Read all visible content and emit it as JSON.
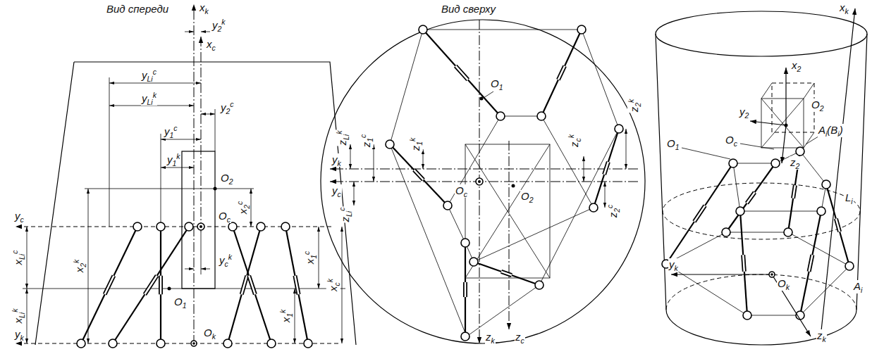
{
  "diagram": {
    "labels": [
      "Вид спереди",
      "xk",
      "y2k",
      "xc",
      "yLic",
      "yLik",
      "y2c",
      "y1c",
      "y1k",
      "O2",
      "x2c",
      "yc",
      "Oc",
      "xLic",
      "x2k",
      "x1k",
      "x1c",
      "xck",
      "yck",
      "xLik",
      "O1",
      "yk",
      "Ok",
      "Вид сверху",
      "O1",
      "zLik",
      "z1c",
      "z1k",
      "yk",
      "zck",
      "z2k",
      "yc",
      "zLic",
      "Oc",
      "z2c",
      "O2",
      "zk",
      "zc",
      "xk",
      "x2",
      "O2",
      "y2",
      "Oc",
      "Ai(Bi)",
      "O1",
      "z2",
      "Li",
      "yk",
      "Ok",
      "Ai",
      "zk"
    ]
  }
}
